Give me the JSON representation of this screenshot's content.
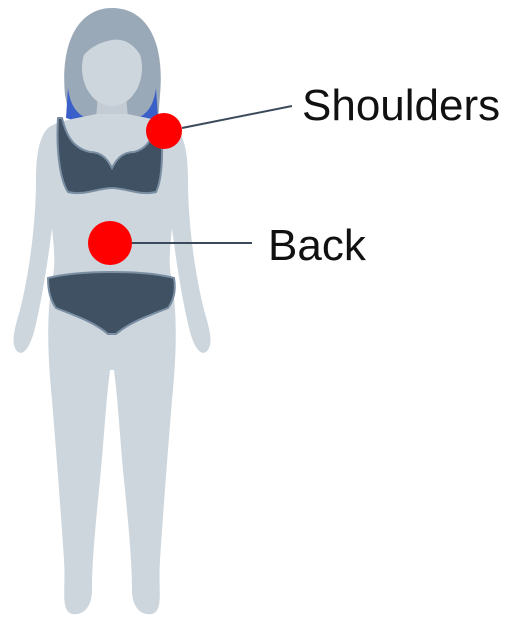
{
  "labels": {
    "shoulders": "Shoulders",
    "back": "Back"
  },
  "colors": {
    "skin": "#cdd6dd",
    "hair": "#9aa9b8",
    "hair_accent": "#3b5fc9",
    "underwear": "#3f5163",
    "underwear_trim": "#7a8ea3",
    "marker": "#ff0000",
    "leader_line": "#3a4a5a"
  },
  "icons": {
    "figure": "female-body-silhouette-icon",
    "marker": "red-dot-marker"
  }
}
